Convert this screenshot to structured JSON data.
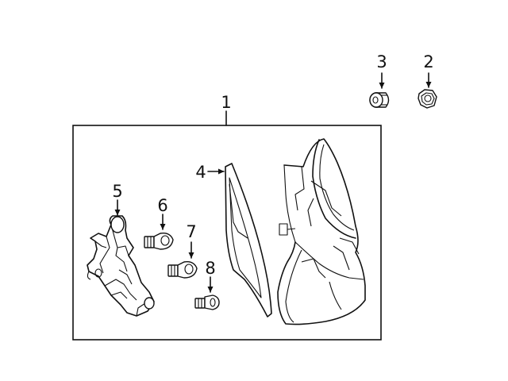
{
  "callouts": {
    "c1": "1",
    "c2": "2",
    "c3": "3",
    "c4": "4",
    "c5": "5",
    "c6": "6",
    "c7": "7",
    "c8": "8"
  },
  "colors": {
    "line": "#111111",
    "background": "#ffffff"
  }
}
